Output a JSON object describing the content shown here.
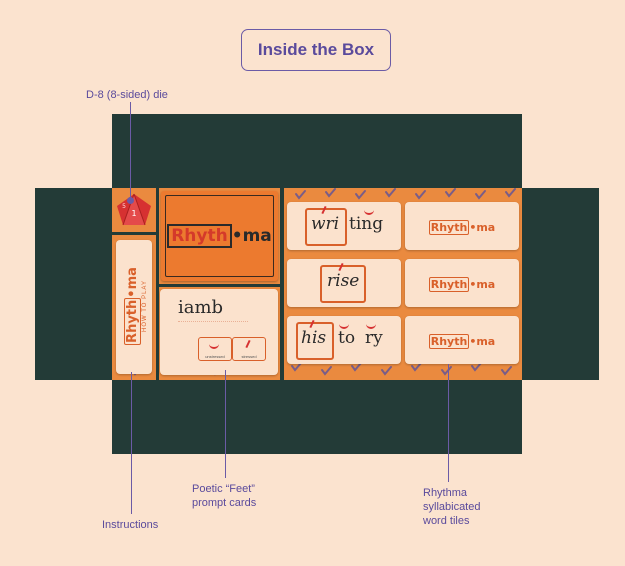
{
  "title": "Inside the Box",
  "labels": {
    "die": "D-8 (8-sided) die",
    "feet": "Poetic “Feet” prompt cards",
    "feet_line1": "Poetic “Feet”",
    "feet_line2": "prompt cards",
    "instructions": "Instructions",
    "tiles_line1": "Rhythma",
    "tiles_line2": "syllabicated",
    "tiles_line3": "word tiles"
  },
  "logo": {
    "boxed": "Rhyth",
    "rest": "•ma"
  },
  "instructions_card": {
    "subtitle": "HOW TO PLAY"
  },
  "feet_card": {
    "word": "iamb",
    "left_label": "unstressed",
    "right_label": "stressed"
  },
  "die_face": {
    "number": "1",
    "number2": "5"
  },
  "word_tiles": [
    {
      "syllables": [
        "wri",
        "ting"
      ]
    },
    {
      "syllables": [
        "rise"
      ]
    },
    {
      "syllables": [
        "his",
        "to",
        "ry"
      ]
    }
  ],
  "colors": {
    "box": "#233b37",
    "tray": "#ea8a3f",
    "card": "#fbe2cd",
    "accent": "#d9602a",
    "label": "#5a4a9c",
    "die": "#d63131"
  }
}
